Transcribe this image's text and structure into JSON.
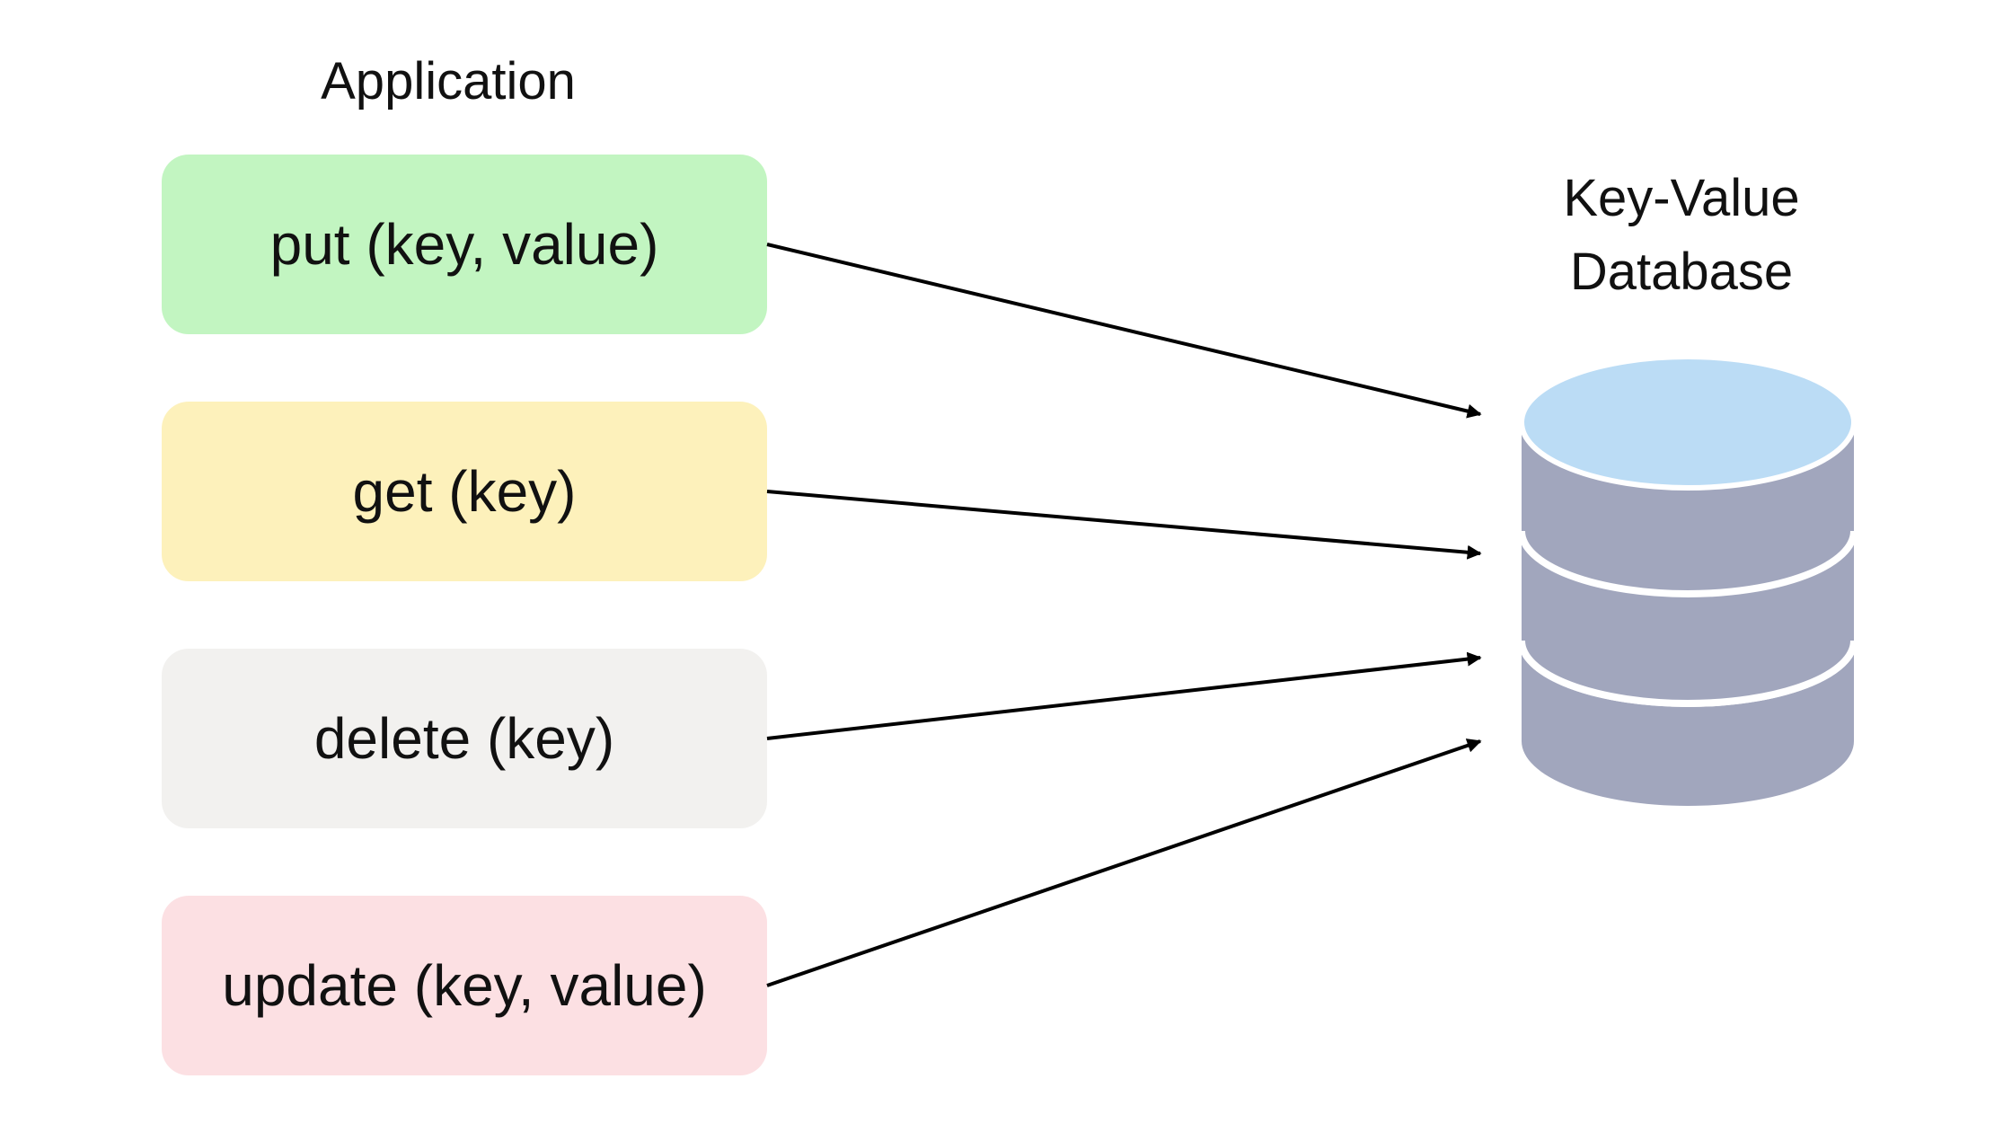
{
  "application": {
    "title": "Application",
    "operations": [
      {
        "label": "put (key, value)",
        "color": "#c2f5c1"
      },
      {
        "label": "get (key)",
        "color": "#fdf1bb"
      },
      {
        "label": "delete (key)",
        "color": "#f2f1ef"
      },
      {
        "label": "update (key, value)",
        "color": "#fce0e3"
      }
    ]
  },
  "database": {
    "title_line1": "Key-Value",
    "title_line2": "Database",
    "top_color": "#bbdcf5",
    "body_color": "#a1a6bd",
    "icon": "database-cylinder-icon"
  },
  "arrow_color": "#000000"
}
